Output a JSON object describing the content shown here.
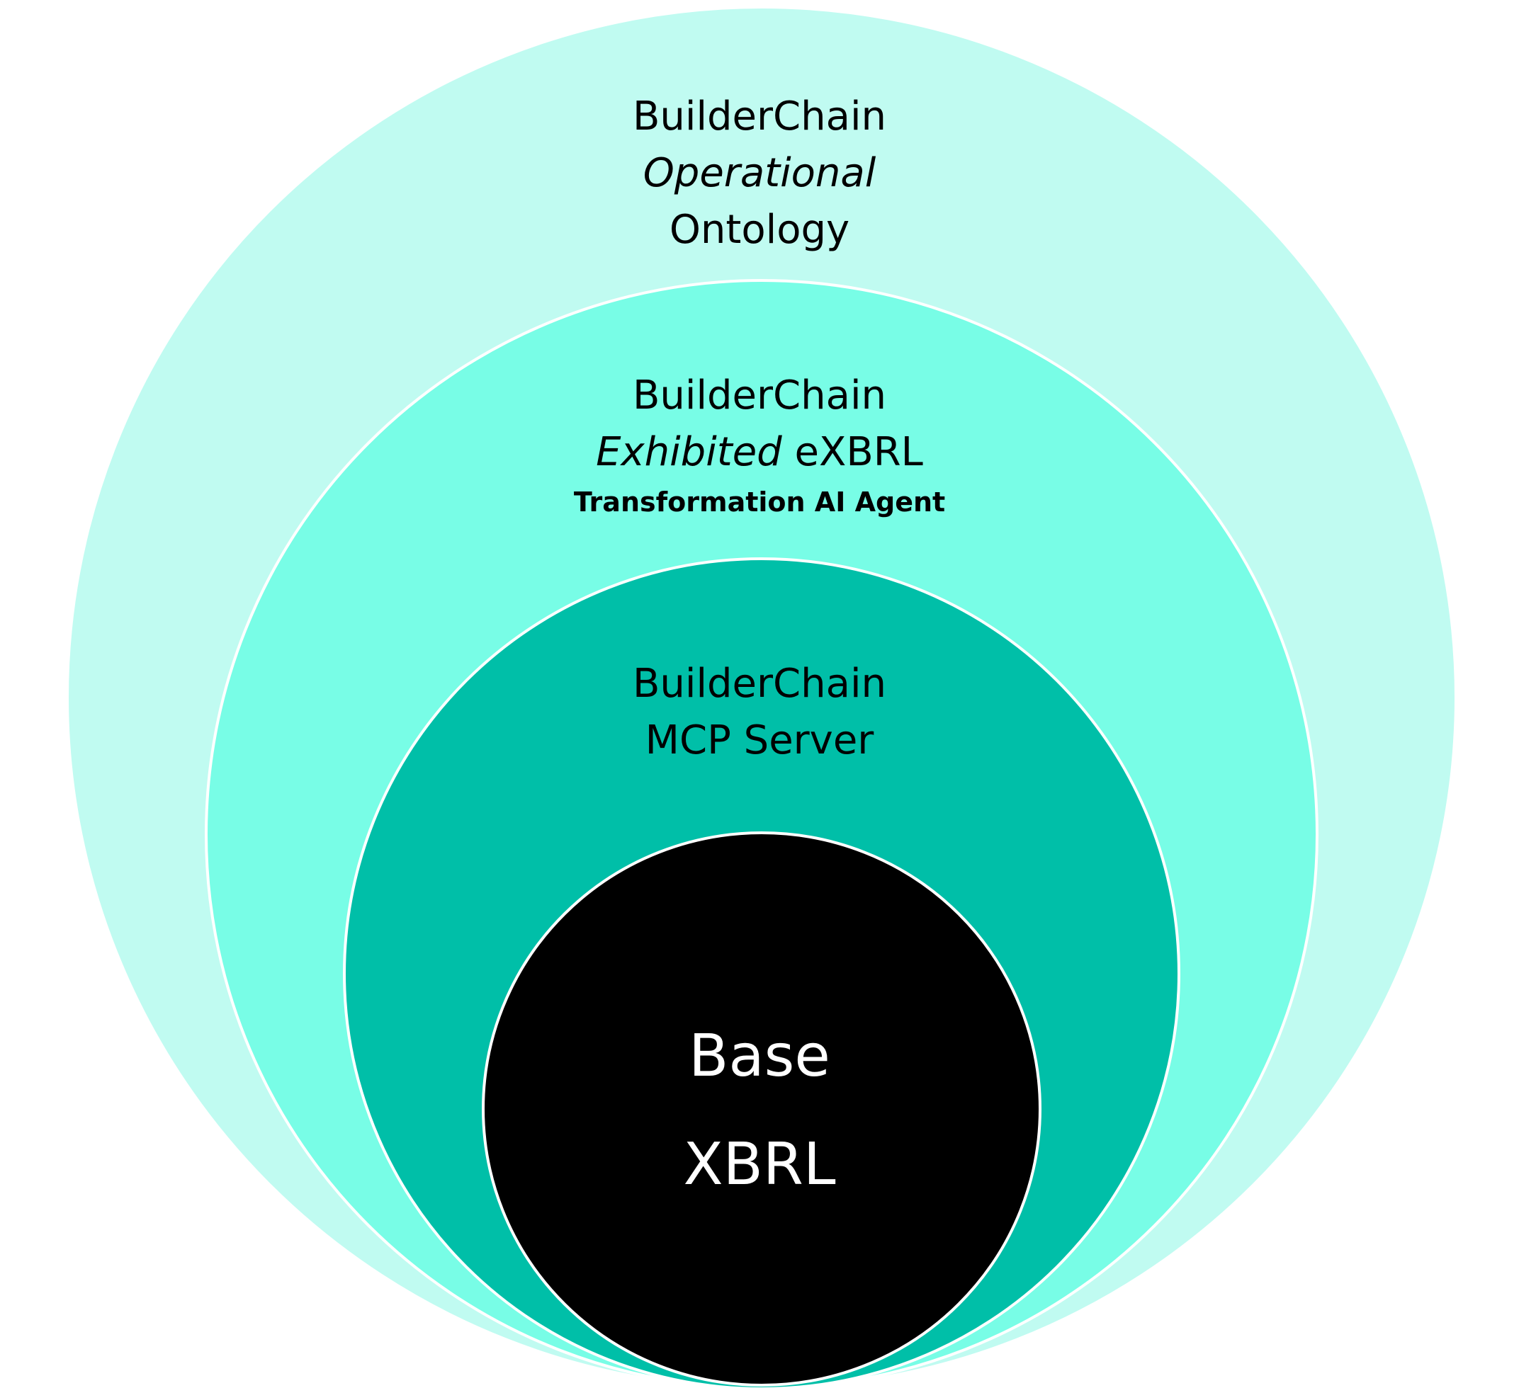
{
  "colors": {
    "outer": "#c0fbf1",
    "second": "#78fde6",
    "third": "#00bfa8",
    "core": "#000000",
    "ring_stroke": "#ffffff"
  },
  "layers": {
    "ontology": {
      "line1": "BuilderChain",
      "line2": "Operational",
      "line3": "Ontology"
    },
    "exbrl": {
      "line1": "BuilderChain",
      "line2_italic": "Exhibited",
      "line2_rest": " eXBRL",
      "line3": "Transformation AI Agent"
    },
    "mcp": {
      "line1": "BuilderChain",
      "line2": "MCP Server"
    },
    "core": {
      "line1": "Base",
      "line2": "XBRL"
    }
  }
}
